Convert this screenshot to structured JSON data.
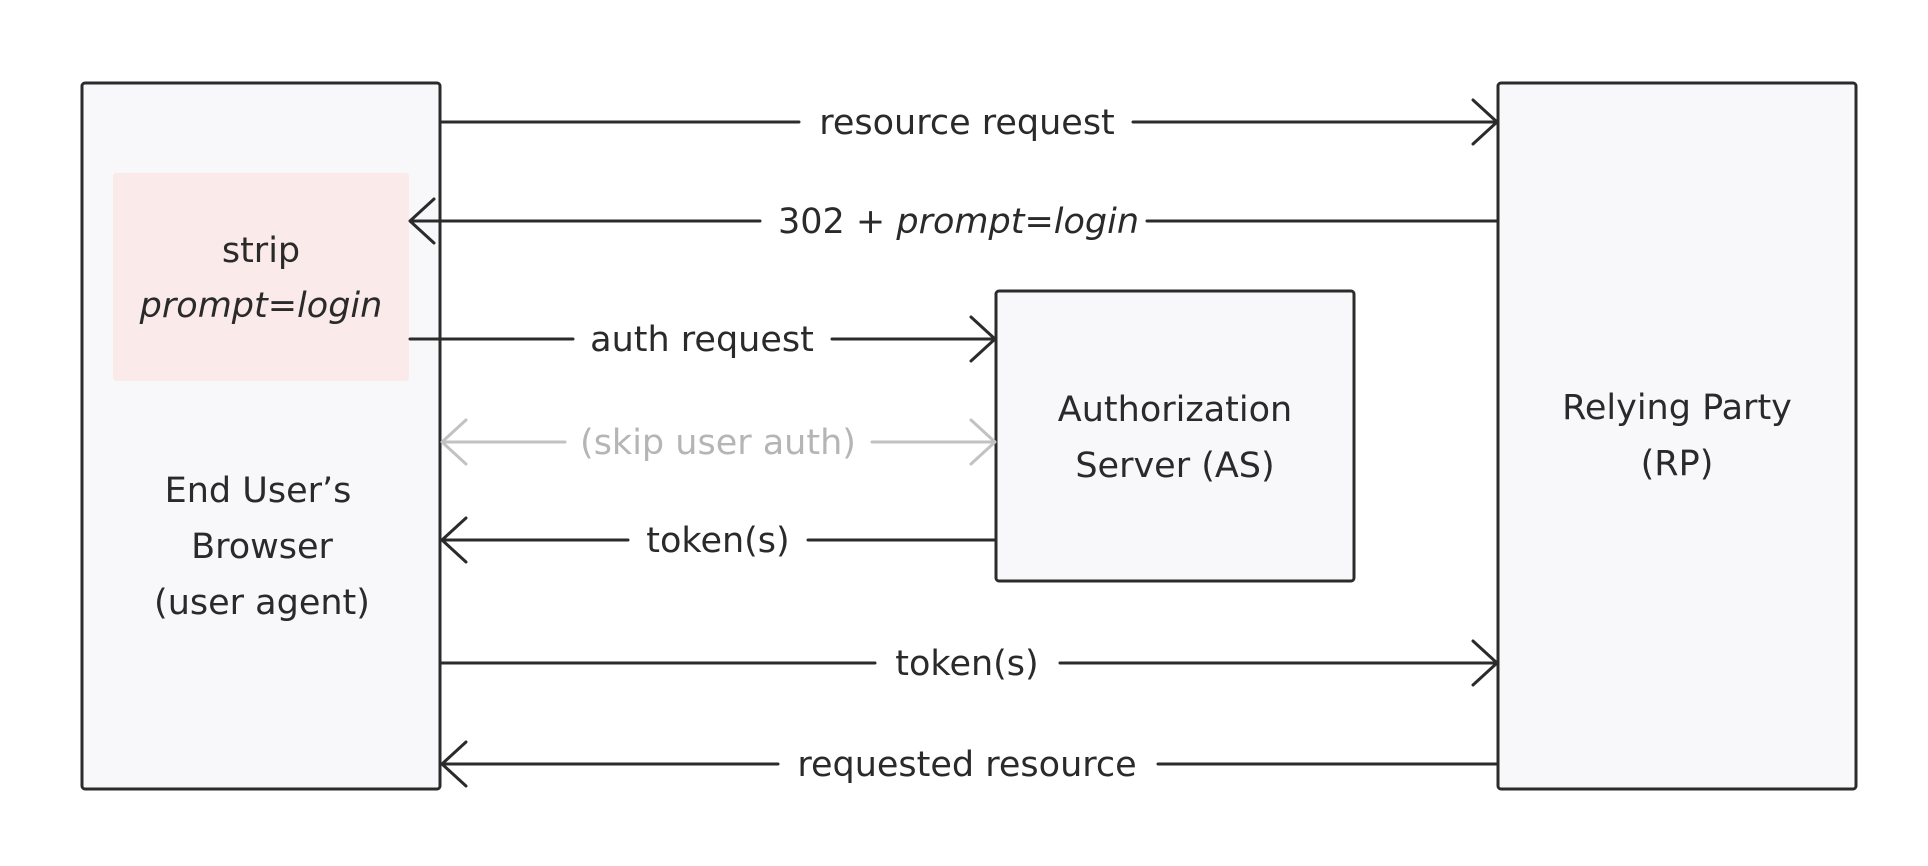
{
  "nodes": {
    "browser": {
      "lines": [
        "End User’s",
        "Browser",
        "(user agent)"
      ]
    },
    "strip_note": {
      "line1": "strip",
      "line2": "prompt=login"
    },
    "auth_server": {
      "lines": [
        "Authorization",
        "Server (AS)"
      ]
    },
    "relying_party": {
      "lines": [
        "Relying Party",
        "(RP)"
      ]
    }
  },
  "edges": {
    "resource_request": {
      "label": "resource request"
    },
    "redirect_prompt": {
      "label_prefix": "302 + ",
      "label_italic": "prompt=login"
    },
    "auth_request": {
      "label": "auth request"
    },
    "skip_user_auth": {
      "label": "(skip user auth)"
    },
    "tokens_from_as": {
      "label": "token(s)"
    },
    "tokens_to_rp": {
      "label": "token(s)"
    },
    "requested_resource": {
      "label": "requested resource"
    }
  },
  "colors": {
    "stroke": "#2b2b2b",
    "box_fill": "#f8f8fa",
    "note_fill": "#faeaea",
    "muted": "#c2c2c2"
  }
}
